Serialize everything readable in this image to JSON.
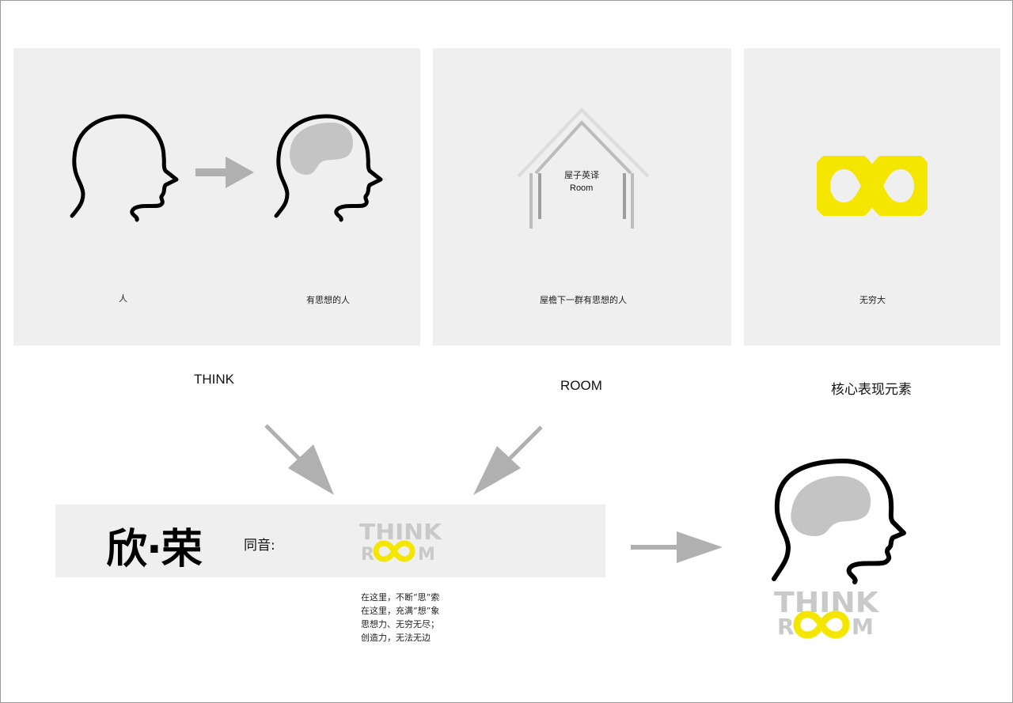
{
  "panels": {
    "person": {
      "caption": "人"
    },
    "thinking_person": {
      "caption": "有思想的人"
    },
    "house": {
      "label_cn": "屋子英译",
      "label_en": "Room",
      "caption": "屋檐下一群有思想的人"
    },
    "infinity": {
      "caption": "无穷大"
    }
  },
  "titles": {
    "think": "THINK",
    "room": "ROOM",
    "core": "核心表现元素"
  },
  "banner": {
    "brand": "欣·荣",
    "homophone": "同音:"
  },
  "logo": {
    "line1": "THINK",
    "line2_left": "R",
    "line2_right": "M"
  },
  "slogan": [
    "在这里，不断“思”索",
    "在这里，充满“想”象",
    "思想力、无穷无尽；",
    "创造力，无法无边"
  ],
  "colors": {
    "accent_yellow": "#f5e600",
    "panel_gray": "#eeefee",
    "arrow_gray": "#b0b0b0",
    "brain_gray": "#c4c4c4",
    "logo_gray": "#c9c9c9"
  },
  "icons": [
    "head-outline-icon",
    "head-with-brain-icon",
    "house-roof-icon",
    "infinity-icon",
    "arrow-right-icon",
    "arrow-down-right-icon",
    "arrow-down-left-icon"
  ]
}
